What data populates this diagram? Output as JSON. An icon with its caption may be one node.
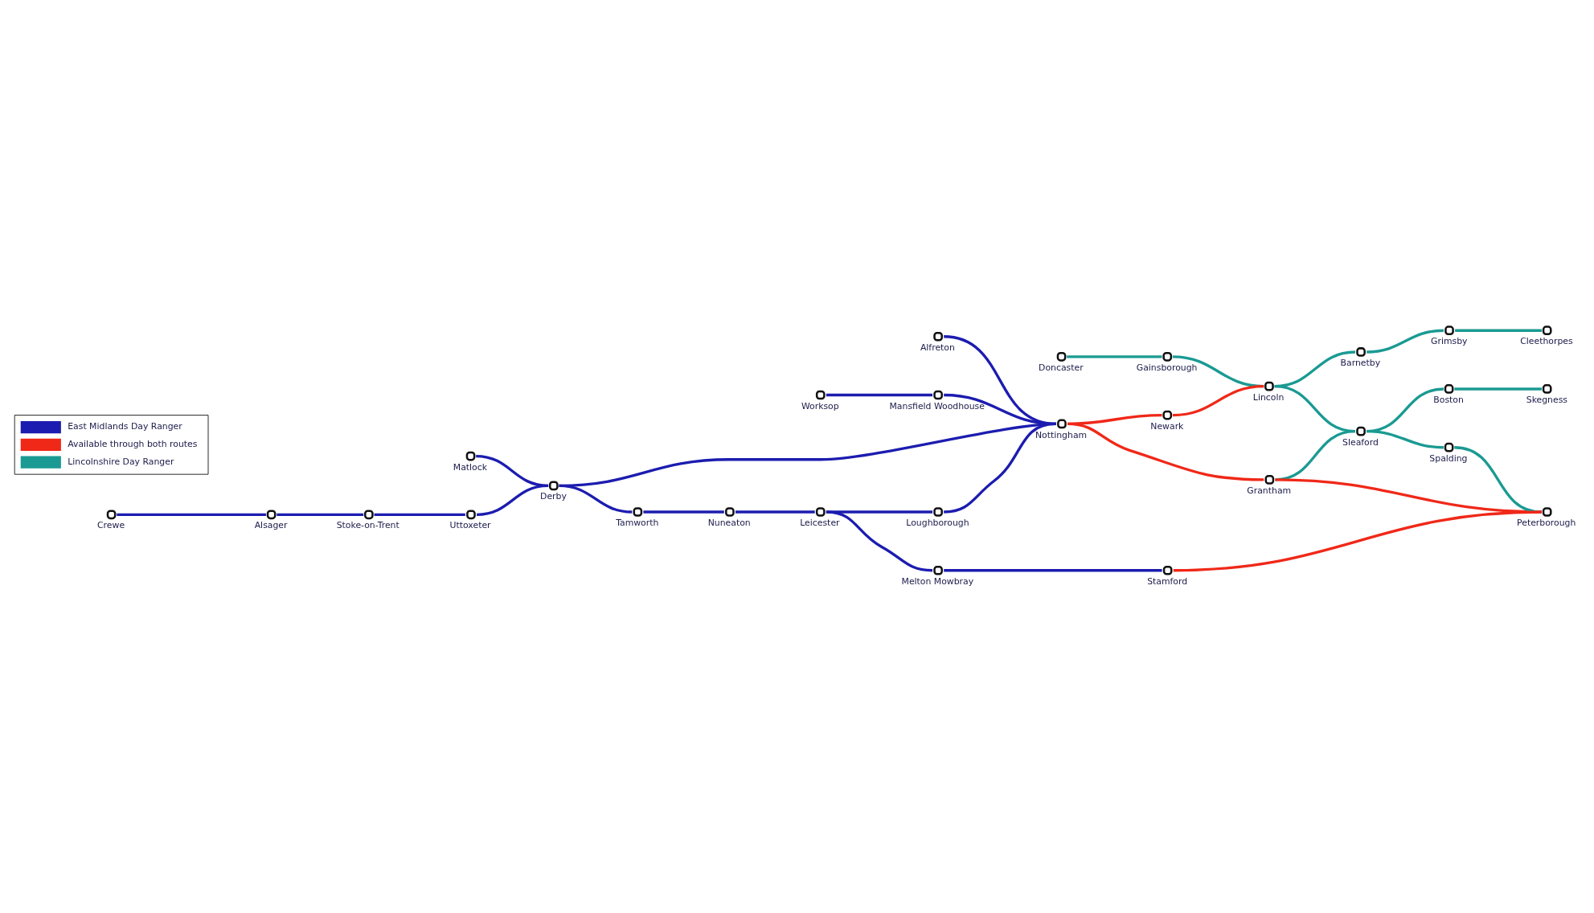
{
  "diagram": {
    "nodes": [
      {
        "text": [],
        "shape": "circle",
        "beside": [
          "Doncaster"
        ]
      },
      {
        "text": [],
        "shape": "circle",
        "beside": [
          "Gainsborough"
        ]
      },
      {
        "text": [],
        "shape": "circle",
        "beside": [
          "Alfreton"
        ]
      },
      {
        "text": [],
        "shape": "circle",
        "beside": [
          "Worksop"
        ]
      },
      {
        "text": [],
        "shape": "circle",
        "beside": [
          "Crewe"
        ]
      },
      {
        "text": [],
        "shape": "circle",
        "beside": [
          "Barnetby"
        ]
      },
      {
        "text": [],
        "shape": "circle",
        "beside": [
          "Grimsby"
        ]
      },
      {
        "text": [],
        "shape": "circle",
        "beside": [
          "Cleethorpes"
        ]
      },
      {
        "text": [],
        "shape": "circle",
        "beside": [
          "Lincoln"
        ]
      },
      {
        "text": [],
        "shape": "circle",
        "beside": [
          "Matlock"
        ]
      },
      {
        "text": [],
        "shape": "circle",
        "beside": [
          "Alsager"
        ]
      },
      {
        "text": [],
        "shape": "circle",
        "beside": [
          "Mansfield Woodhouse"
        ]
      },
      {
        "text": [],
        "shape": "circle",
        "beside": [
          "Stoke-on-Trent"
        ]
      },
      {
        "text": [],
        "shape": "circle",
        "beside": [
          "Newark"
        ]
      },
      {
        "text": [],
        "shape": "circle",
        "beside": [
          "Derby"
        ]
      },
      {
        "text": [],
        "shape": "circle",
        "beside": [
          "Nottingham"
        ]
      },
      {
        "text": [],
        "shape": "circle",
        "beside": [
          "Sleaford"
        ]
      },
      {
        "text": [],
        "shape": "circle",
        "beside": [
          "Boston"
        ]
      },
      {
        "text": [],
        "shape": "circle",
        "beside": [
          "Skegness"
        ]
      },
      {
        "text": [],
        "shape": "circle",
        "beside": [
          "Uttoxeter"
        ]
      },
      {
        "text": [],
        "shape": "circle",
        "beside": [
          "Loughborough"
        ]
      },
      {
        "text": [],
        "shape": "circle",
        "beside": [
          "Grantham"
        ]
      },
      {
        "text": [],
        "shape": "circle",
        "beside": [
          "Spalding"
        ]
      },
      {
        "text": [],
        "shape": "circle",
        "beside": [
          "Melton Mowbray"
        ]
      },
      {
        "text": [],
        "shape": "circle",
        "beside": [
          "Stamford"
        ]
      },
      {
        "text": [],
        "shape": "circle",
        "beside": [
          "Tamworth"
        ]
      },
      {
        "text": [],
        "shape": "circle",
        "beside": [
          "Leicester"
        ]
      },
      {
        "text": [],
        "shape": "circle",
        "beside": [
          "Nuneaton"
        ]
      },
      {
        "text": [],
        "shape": "circle",
        "beside": [
          "Peterborough"
        ]
      }
    ],
    "edges": [
      {
        "from": 4,
        "to": 10,
        "arrow": "none",
        "color": "#1c1cb0"
      },
      {
        "from": 10,
        "to": 12,
        "arrow": "none",
        "color": "#1c1cb0"
      },
      {
        "from": 12,
        "to": 19,
        "arrow": "none",
        "color": "#1c1cb0"
      },
      {
        "from": 19,
        "to": 14,
        "arrow": "none",
        "color": "#1c1cb0"
      },
      {
        "from": 9,
        "to": 14,
        "arrow": "none",
        "color": "#1c1cb0"
      },
      {
        "from": 14,
        "to": 15,
        "arrow": "none",
        "color": "#1c1cb0"
      },
      {
        "from": 14,
        "to": 25,
        "arrow": "none",
        "color": "#1c1cb0"
      },
      {
        "from": 25,
        "to": 27,
        "arrow": "none",
        "color": "#1c1cb0"
      },
      {
        "from": 27,
        "to": 26,
        "arrow": "none",
        "color": "#1c1cb0"
      },
      {
        "from": 26,
        "to": 20,
        "arrow": "none",
        "color": "#1c1cb0"
      },
      {
        "from": 20,
        "to": 15,
        "arrow": "none",
        "color": "#1c1cb0"
      },
      {
        "from": 26,
        "to": 23,
        "arrow": "none",
        "color": "#1c1cb0"
      },
      {
        "from": 23,
        "to": 24,
        "arrow": "none",
        "color": "#1c1cb0"
      },
      {
        "from": 2,
        "to": 15,
        "arrow": "none",
        "color": "#1c1cb0"
      },
      {
        "from": 3,
        "to": 11,
        "arrow": "none",
        "color": "#1c1cb0"
      },
      {
        "from": 11,
        "to": 15,
        "arrow": "none",
        "color": "#1c1cb0"
      },
      {
        "from": 15,
        "to": 13,
        "arrow": "none",
        "color": "#f02818"
      },
      {
        "from": 13,
        "to": 8,
        "arrow": "none",
        "color": "#f02818"
      },
      {
        "from": 15,
        "to": 21,
        "arrow": "none",
        "color": "#f02818"
      },
      {
        "from": 21,
        "to": 28,
        "arrow": "none",
        "color": "#f02818"
      },
      {
        "from": 24,
        "to": 28,
        "arrow": "none",
        "color": "#f02818"
      },
      {
        "from": 0,
        "to": 1,
        "arrow": "none",
        "color": "#1a9a92"
      },
      {
        "from": 1,
        "to": 8,
        "arrow": "none",
        "color": "#1a9a92"
      },
      {
        "from": 8,
        "to": 5,
        "arrow": "none",
        "color": "#1a9a92"
      },
      {
        "from": 5,
        "to": 6,
        "arrow": "none",
        "color": "#1a9a92"
      },
      {
        "from": 6,
        "to": 7,
        "arrow": "none",
        "color": "#1a9a92"
      },
      {
        "from": 8,
        "to": 16,
        "arrow": "none",
        "color": "#1a9a92"
      },
      {
        "from": 21,
        "to": 16,
        "arrow": "none",
        "color": "#1a9a92"
      },
      {
        "from": 16,
        "to": 17,
        "arrow": "none",
        "color": "#1a9a92"
      },
      {
        "from": 17,
        "to": 18,
        "arrow": "none",
        "color": "#1a9a92"
      },
      {
        "from": 16,
        "to": 22,
        "arrow": "none",
        "color": "#1a9a92"
      },
      {
        "from": 22,
        "to": 28,
        "arrow": "none",
        "color": "#1a9a92"
      }
    ],
    "legend": [
      {
        "text": "East Midlands Day Ranger",
        "color": "#1c1cb0"
      },
      {
        "text": "Available through both routes",
        "color": "#f02818"
      },
      {
        "text": "Lincolnshire Day Ranger",
        "color": "#1a9a92"
      }
    ]
  }
}
